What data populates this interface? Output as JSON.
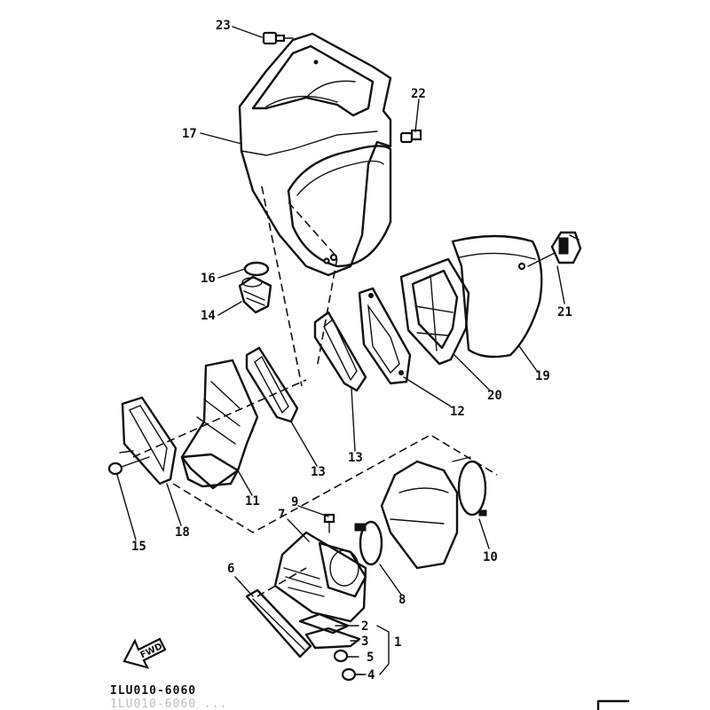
{
  "figure": {
    "drawing_code": "ILU010-6060",
    "faint_code": "1LU010-6060 ..."
  },
  "arrow": {
    "label": "FWD"
  },
  "callouts": [
    "1",
    "2",
    "3",
    "4",
    "5",
    "6",
    "7",
    "8",
    "9",
    "10",
    "11",
    "12",
    "13",
    "14",
    "15",
    "16",
    "17",
    "18",
    "19",
    "20",
    "21",
    "22",
    "23"
  ]
}
